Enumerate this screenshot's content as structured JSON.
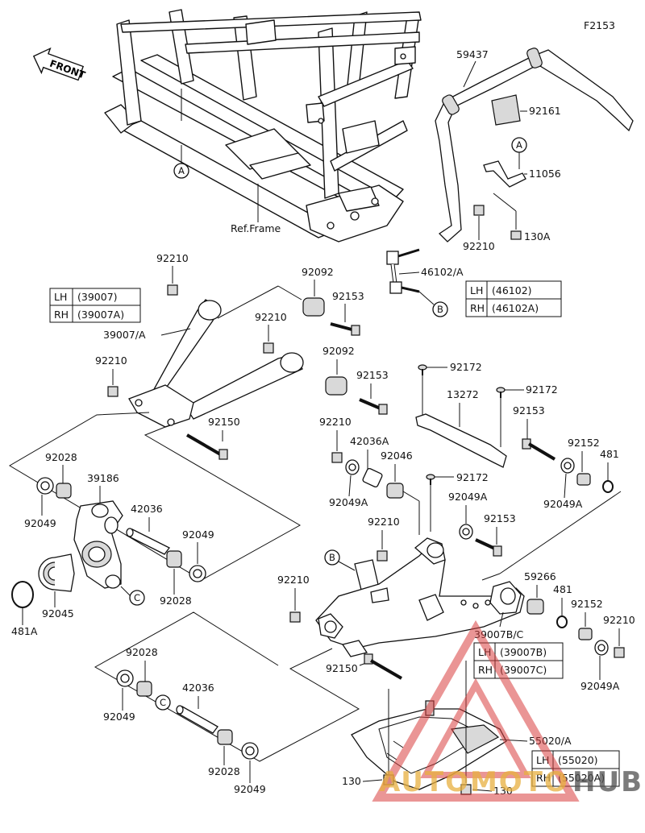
{
  "diagram_code": "F2153",
  "front_label": "FRONT",
  "ref_frame": "Ref.Frame",
  "markers": {
    "A": "A",
    "B": "B",
    "C": "C"
  },
  "parts": {
    "p59437": "59437",
    "p92161": "92161",
    "p11056": "11056",
    "p130A": "130A",
    "p92210_stab": "92210",
    "p46102A": "46102/A",
    "p92210_a": "92210",
    "p92092_a": "92092",
    "p92153_a": "92153",
    "p39007A": "39007/A",
    "p92210_b": "92210",
    "p92092_b": "92092",
    "p92210_c": "92210",
    "p92153_b": "92153",
    "p92150_a": "92150",
    "p92172_a": "92172",
    "p92172_b": "92172",
    "p13272": "13272",
    "p92153_c": "92153",
    "p92152_a": "92152",
    "p481_a": "481",
    "p92210_d": "92210",
    "p42036A": "42036A",
    "p92046": "92046",
    "p92172_c": "92172",
    "p92049A_a": "92049A",
    "p92049A_b": "92049A",
    "p92049A_c": "92049A",
    "p92153_d": "92153",
    "p92210_e": "92210",
    "p92028_a": "92028",
    "p39186": "39186",
    "p92049_a": "92049",
    "p42036_a": "42036",
    "p92049_b": "92049",
    "p92028_b": "92028",
    "p92045": "92045",
    "p481A": "481A",
    "p59266": "59266",
    "p481_b": "481",
    "p92152_b": "92152",
    "p92210_f": "92210",
    "p92210_g": "92210",
    "p39007BC": "39007B/C",
    "p92049A_d": "92049A",
    "p92150_b": "92150",
    "p92028_c": "92028",
    "p92049_c": "92049",
    "p42036_b": "42036",
    "p92028_d": "92028",
    "p92049_d": "92049",
    "p55020A": "55020/A",
    "p130_a": "130",
    "p130_b": "130"
  },
  "tables": {
    "t39007": {
      "lh": "LH",
      "lh_val": "(39007)",
      "rh": "RH",
      "rh_val": "(39007A)"
    },
    "t46102": {
      "lh": "LH",
      "lh_val": "(46102)",
      "rh": "RH",
      "rh_val": "(46102A)"
    },
    "t39007b": {
      "lh": "LH",
      "lh_val": "(39007B)",
      "rh": "RH",
      "rh_val": "(39007C)"
    },
    "t55020": {
      "lh": "LH",
      "lh_val": "(55020)",
      "rh": "RH",
      "rh_val": "(55020A)"
    }
  },
  "watermark": {
    "text1": "AUTOMOTO",
    "text2": "HUB",
    "color1": "#e8b040",
    "color2": "#505050",
    "logo_color": "#d94040"
  }
}
